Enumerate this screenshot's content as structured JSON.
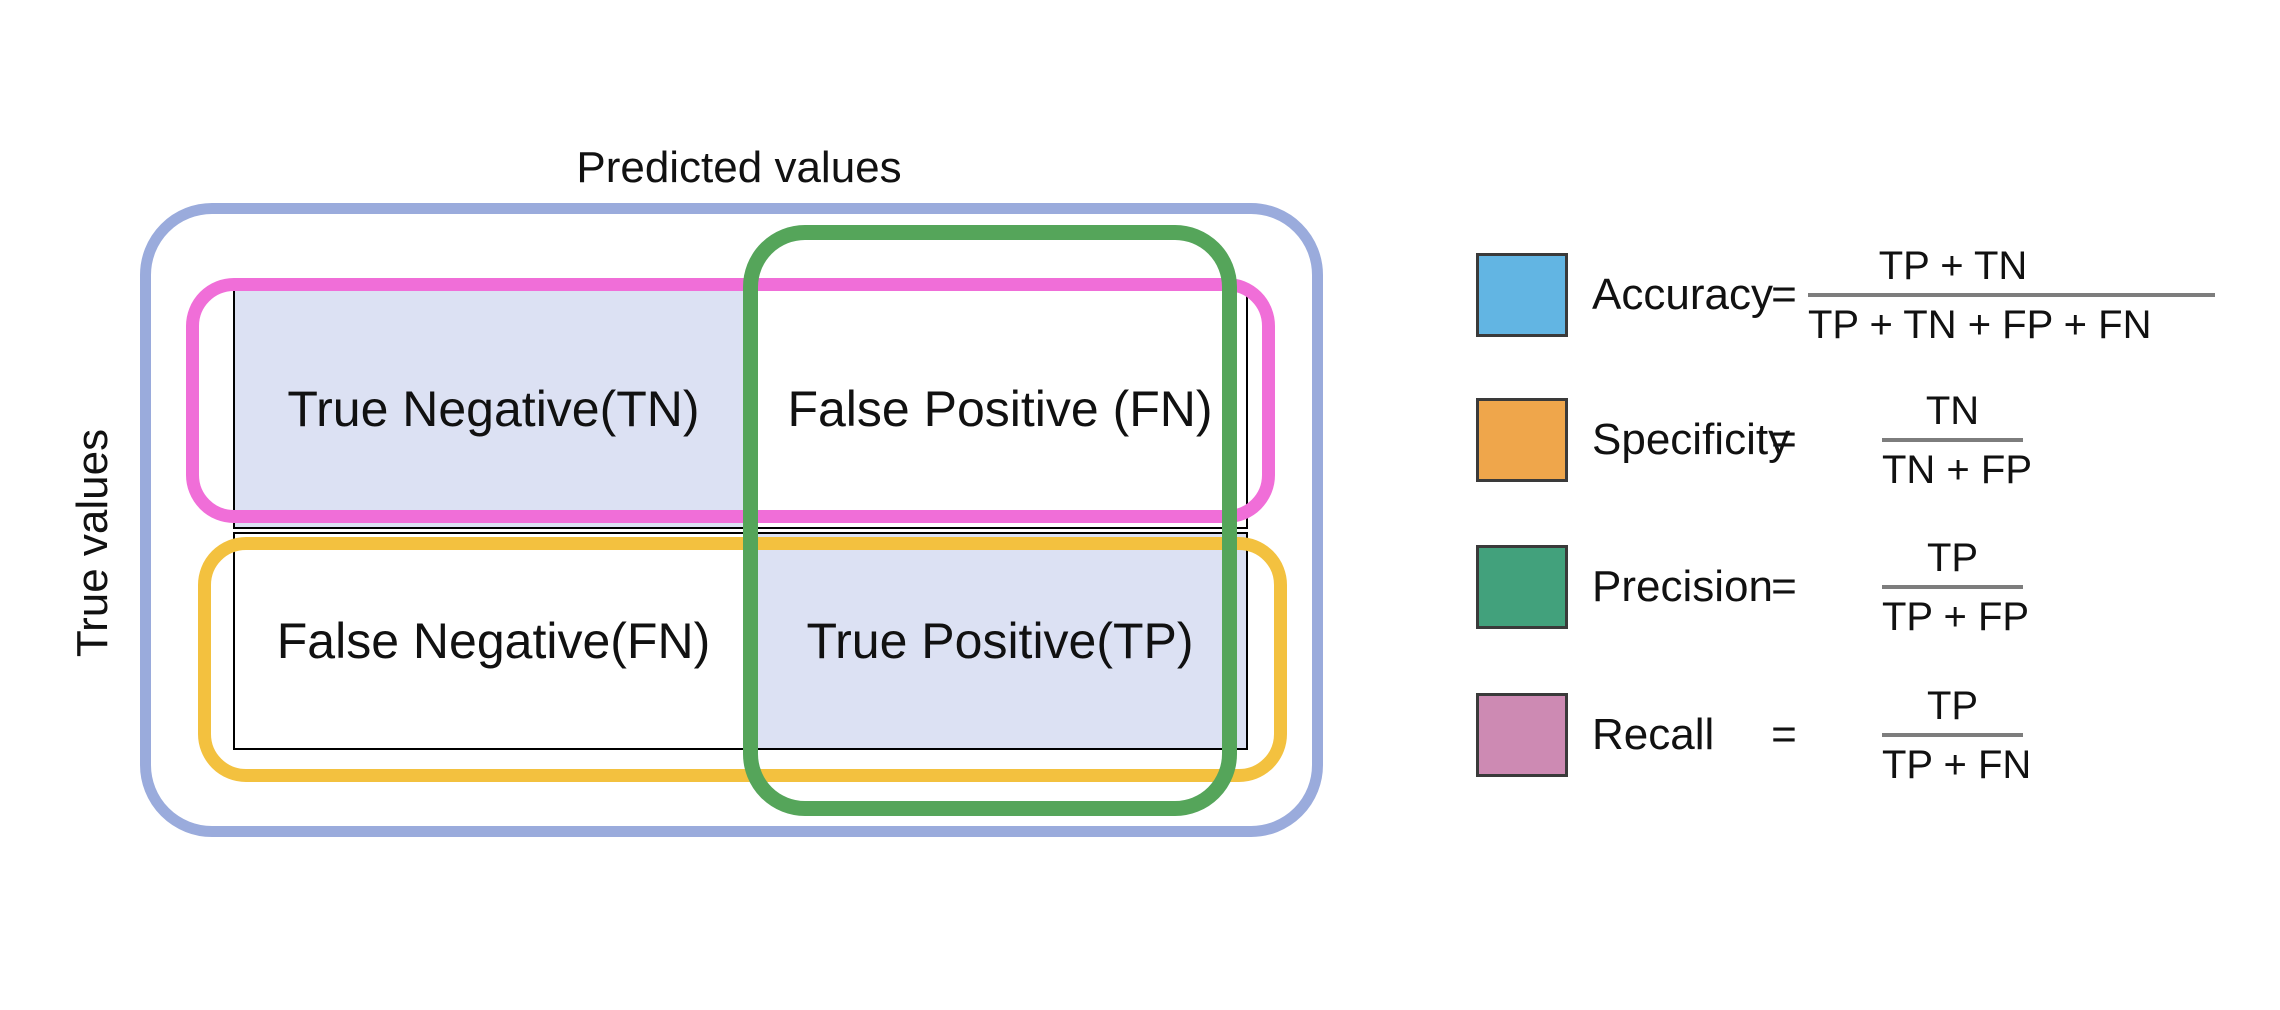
{
  "figure": {
    "predicted_axis_label": "Predicted values",
    "true_axis_label": "True values",
    "cells": {
      "tn": "True Negative(TN)",
      "fp": "False Positive (FN)",
      "fn": "False Negative(FN)",
      "tp": "True Positive(TP)"
    },
    "colors": {
      "outer_accuracy_outline": "#9aabdc",
      "top_row_recall_outline": "#f06ed8",
      "bottom_row_specificity_outline": "#f3c13f",
      "right_column_precision_outline": "#55a55a",
      "cell_highlight": "#dce1f3",
      "cell_plain": "#ffffff"
    }
  },
  "legend": {
    "equals_sign": "=",
    "rows": [
      {
        "metric": "Accuracy",
        "numerator": "TP + TN",
        "denominator": "TP + TN + FP + FN",
        "swatch_color": "#62b5e3"
      },
      {
        "metric": "Specificity",
        "numerator": "TN",
        "denominator": "TN + FP",
        "swatch_color": "#efa64b"
      },
      {
        "metric": "Precision",
        "numerator": "TP",
        "denominator": "TP + FP",
        "swatch_color": "#42a17c"
      },
      {
        "metric": "Recall",
        "numerator": "TP",
        "denominator": "TP + FN",
        "swatch_color": "#cd8ab3"
      }
    ]
  }
}
